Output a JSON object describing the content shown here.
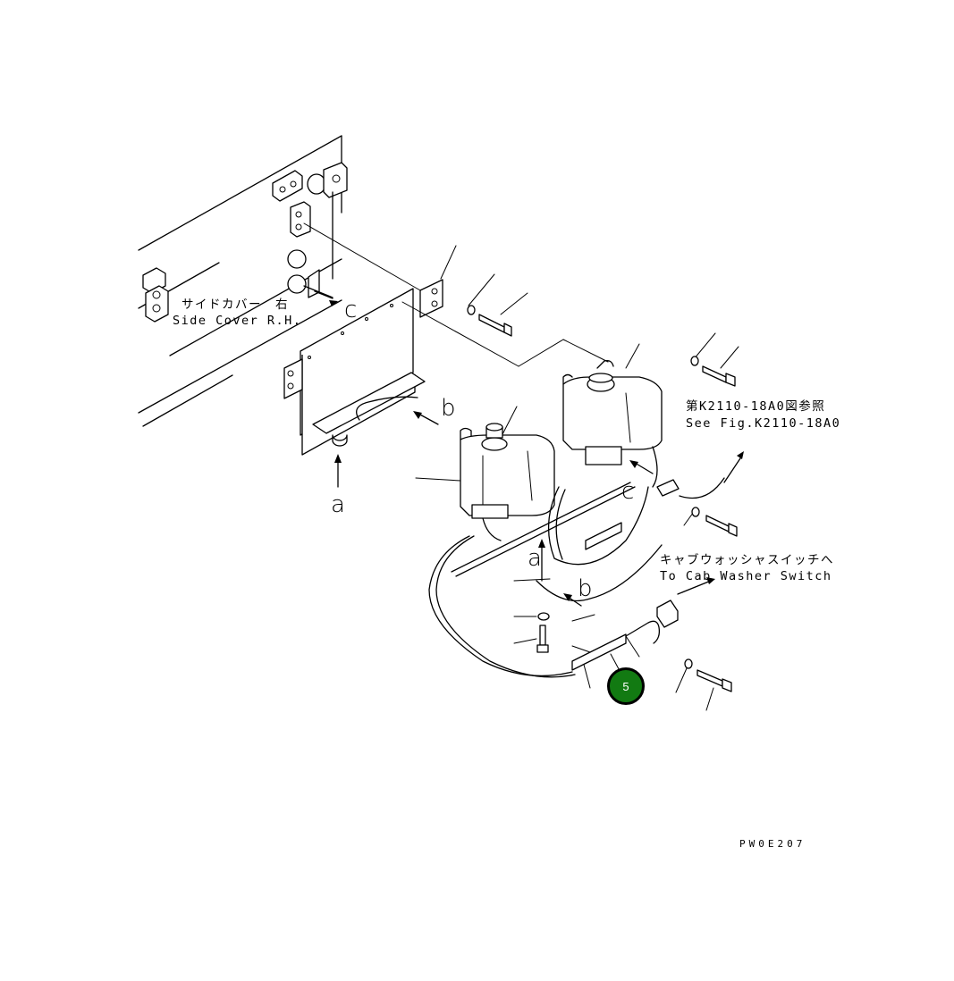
{
  "labels": {
    "side_cover_jp": "サイドカバー　右",
    "side_cover_en": "Side Cover R.H.",
    "see_fig_jp": "第K2110-18A0図参照",
    "see_fig_en": "See Fig.K2110-18A0",
    "cab_switch_jp": "キャブウォッシャスイッチへ",
    "cab_switch_en": "To Cab Washer Switch",
    "drawing_code": "PW0E207"
  },
  "view_markers": {
    "a_left": "a",
    "b_top": "b",
    "c_top": "c",
    "c_right": "c",
    "a_right": "a",
    "b_right": "b"
  },
  "callout": {
    "number": "5",
    "color": "#127a12"
  }
}
